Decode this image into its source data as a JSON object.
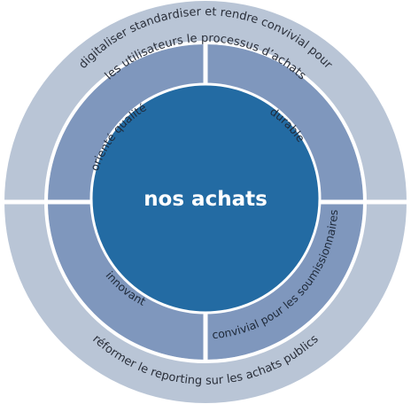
{
  "center": {
    "label": "nos achats"
  },
  "outer_ring": {
    "top": {
      "line1": "digitaliser standardiser et rendre convivial pour",
      "line2": "les utilisateurs le processus d’achats"
    },
    "bottom": {
      "line1": "réformer le reporting sur les achats publics"
    }
  },
  "quadrants": {
    "top_left": "orienté qualité",
    "top_right": "durable",
    "bottom_left": "innovant",
    "bottom_right": "convivial pour les soumissionnaires"
  },
  "colors": {
    "outer_ring": "#b9c5d6",
    "quadrant": "#7f97bd",
    "center": "#236ba3",
    "divider": "#ffffff",
    "ring_text": "#2a2f3a",
    "center_text": "#ffffff"
  }
}
